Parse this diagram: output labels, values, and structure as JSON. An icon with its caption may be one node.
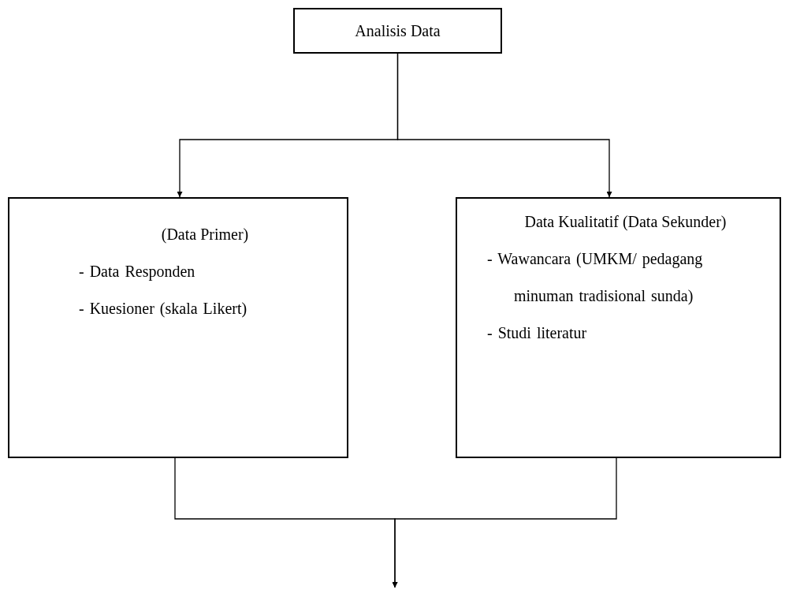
{
  "diagram": {
    "nodes": [
      {
        "text": [
          "Analisis Data"
        ]
      },
      {
        "text": [
          "(Data Primer)",
          "- Data Responden",
          "- Kuesioner (skala Likert)"
        ]
      },
      {
        "text": [
          "Data Kualitatif (Data Sekunder)",
          "- Wawancara (UMKM/ pedagang minuman tradisional sunda)",
          "- Studi literatur"
        ]
      }
    ],
    "edges": [
      {
        "from": 0,
        "to": 1,
        "arrow": "to"
      },
      {
        "from": 0,
        "to": 2,
        "arrow": "to"
      },
      {
        "from": 1,
        "to": null,
        "arrow": "to"
      },
      {
        "from": 2,
        "to": null,
        "arrow": "to"
      }
    ]
  }
}
